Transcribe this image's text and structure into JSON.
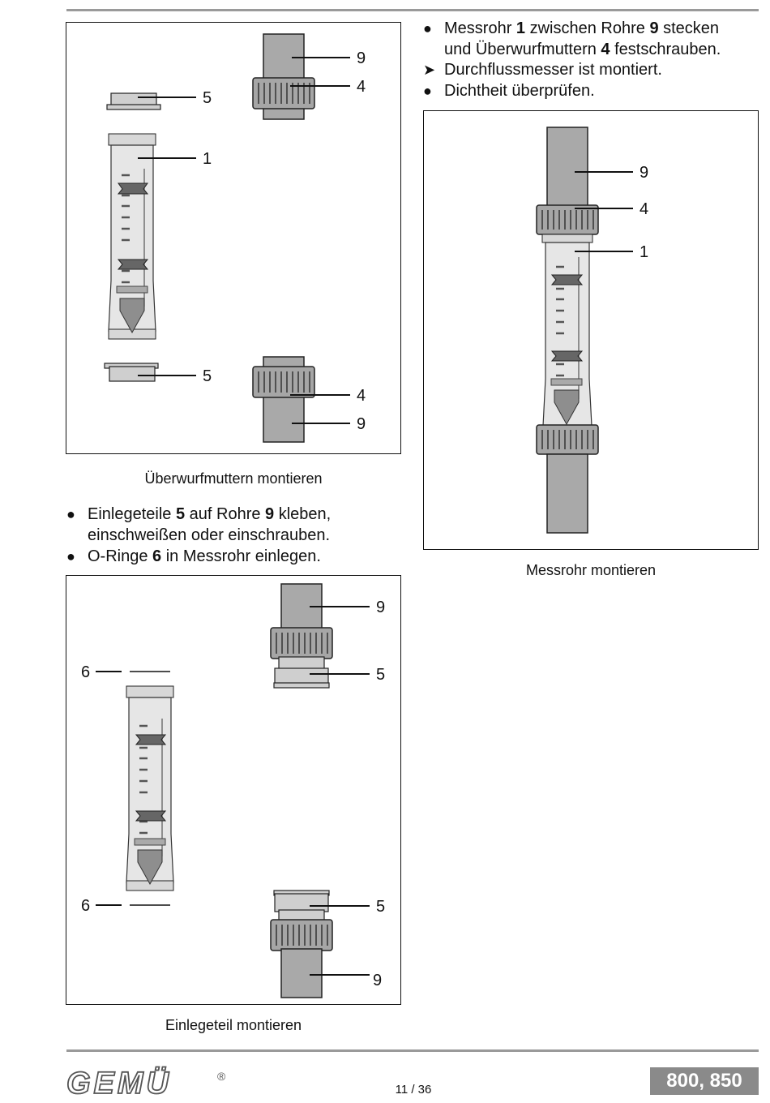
{
  "steps_top_right": [
    {
      "bullet": "●",
      "parts": [
        "Messrohr ",
        "1",
        " zwischen Rohre ",
        "9",
        " stecken"
      ]
    },
    {
      "bullet": "",
      "parts": [
        "und Überwurfmuttern ",
        "4",
        " festschrauben."
      ]
    },
    {
      "bullet": "➤",
      "parts": [
        "Durchflussmesser ist montiert."
      ]
    },
    {
      "bullet": "●",
      "parts": [
        "Dichtheit überprüfen."
      ]
    }
  ],
  "steps_middle_left": [
    {
      "bullet": "●",
      "parts": [
        "Einlegeteile ",
        "5",
        " auf Rohre ",
        "9",
        " kleben,"
      ]
    },
    {
      "bullet": "",
      "parts": [
        "einschweißen oder einschrauben."
      ]
    },
    {
      "bullet": "●",
      "parts": [
        "O-Ringe ",
        "6",
        " in Messrohr einlegen."
      ]
    }
  ],
  "figure1": {
    "caption": "Überwurfmuttern montieren",
    "labels": [
      "9",
      "4",
      "5",
      "1",
      "5",
      "4",
      "9"
    ]
  },
  "figure2": {
    "caption": "Einlegeteil montieren",
    "labels": [
      "9",
      "5",
      "6",
      "6",
      "5",
      "9"
    ]
  },
  "figure3": {
    "caption": "Messrohr montieren",
    "labels": [
      "9",
      "4",
      "1"
    ]
  },
  "footer": {
    "logo": "GEMÜ",
    "registered": "®",
    "page": "11 / 36",
    "product": "800, 850"
  },
  "colors": {
    "pipe": "#a9a9a9",
    "tube": "#e2e2e2",
    "rule": "#9a9a9a",
    "badge": "#8a8a8a"
  }
}
